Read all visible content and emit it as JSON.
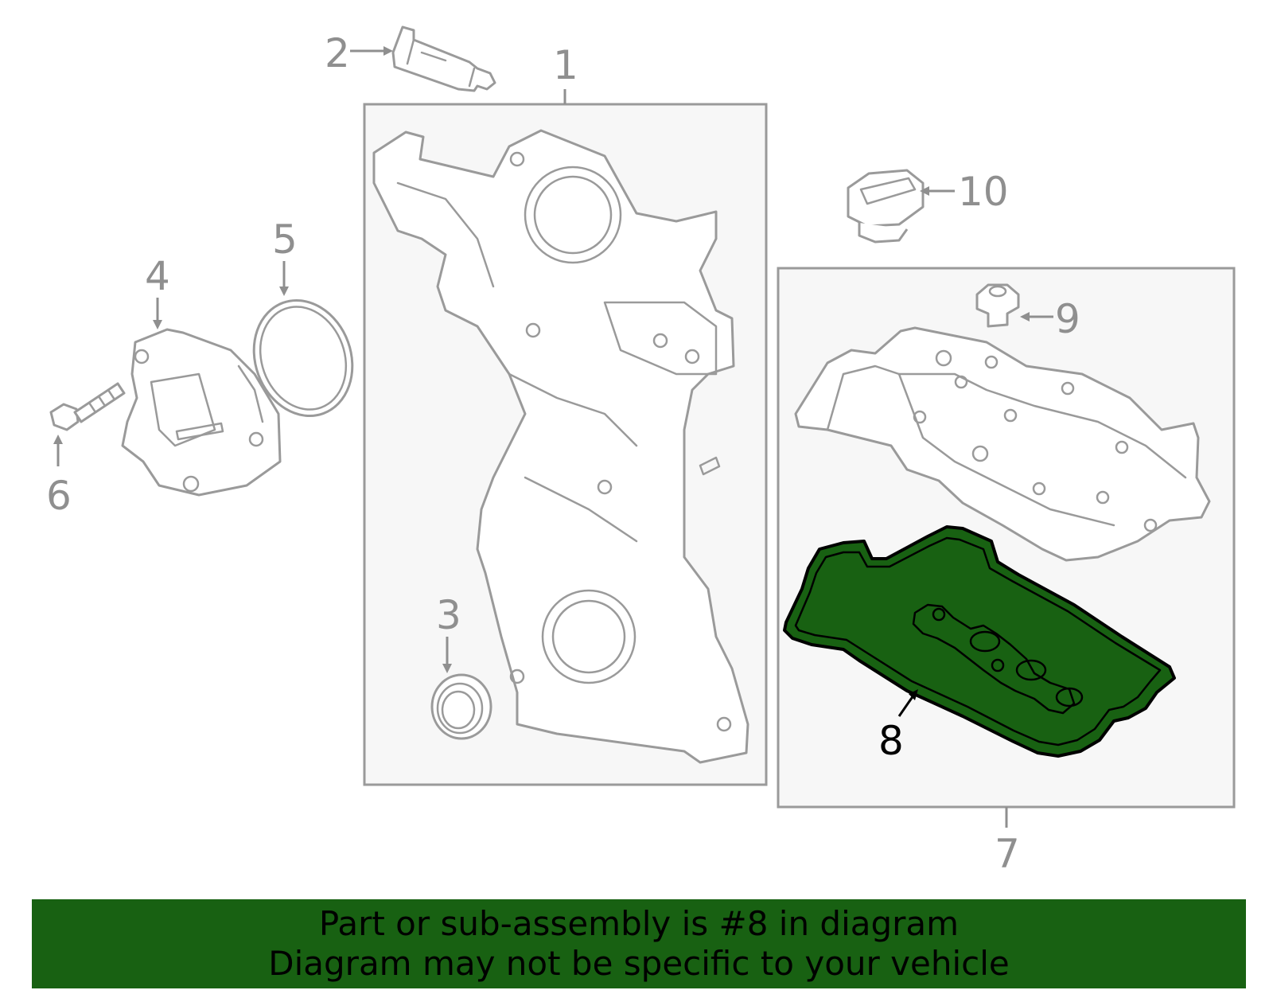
{
  "callouts": {
    "c1": "1",
    "c2": "2",
    "c3": "3",
    "c4": "4",
    "c5": "5",
    "c6": "6",
    "c7": "7",
    "c8": "8",
    "c9": "9",
    "c10": "10"
  },
  "highlight_part": "8",
  "banner": {
    "line1": "Part or sub-assembly is #8 in diagram",
    "line2": "Diagram may not be specific to your vehicle"
  },
  "colors": {
    "highlight_fill": "#186112",
    "line_gray": "#9a9a9a",
    "box_fill": "#f7f7f7"
  }
}
